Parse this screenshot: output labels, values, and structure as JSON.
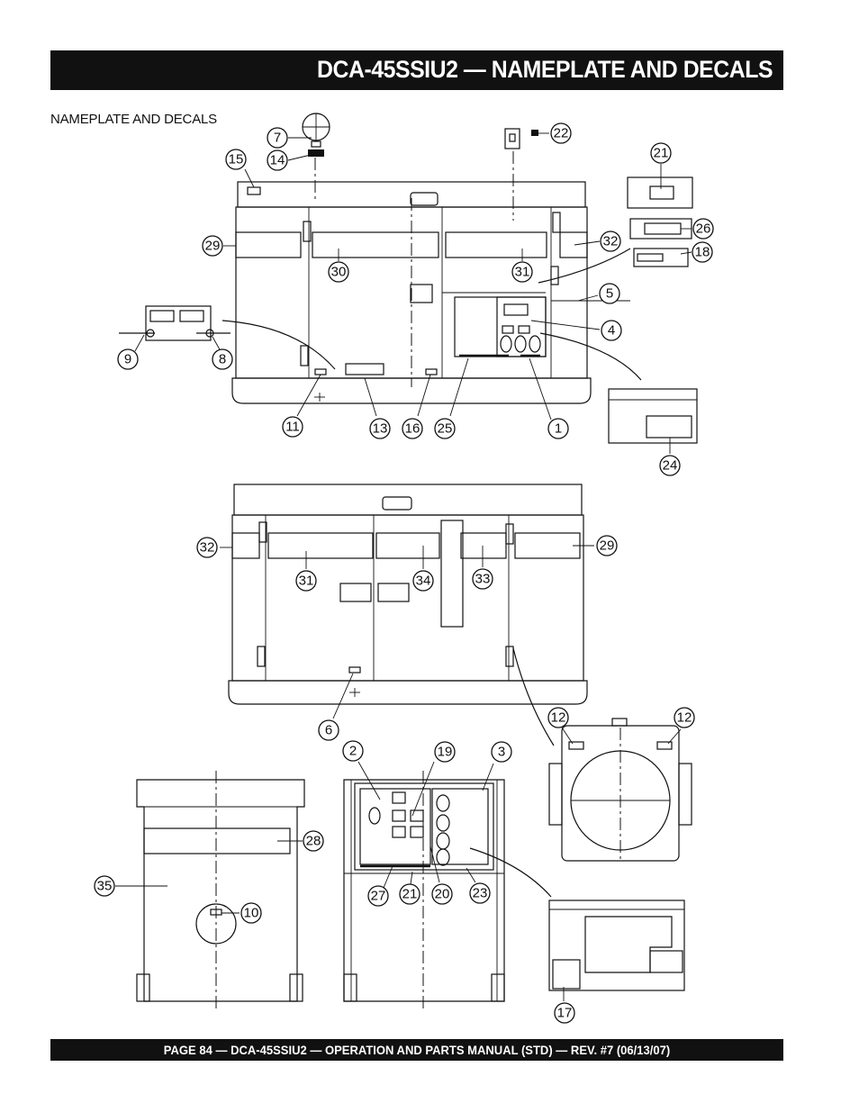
{
  "header": {
    "title": "DCA-45SSIU2 — NAMEPLATE AND DECALS"
  },
  "section": {
    "label": "NAMEPLATE AND DECALS"
  },
  "footer": {
    "text": "PAGE 84 — DCA-45SSIU2 —  OPERATION AND PARTS  MANUAL  (STD) — REV. #7  (06/13/07)"
  },
  "callouts": {
    "c1": "1",
    "c2": "2",
    "c3": "3",
    "c4": "4",
    "c5": "5",
    "c6": "6",
    "c7": "7",
    "c8": "8",
    "c9": "9",
    "c10": "10",
    "c11": "11",
    "c12a": "12",
    "c12b": "12",
    "c13": "13",
    "c14": "14",
    "c15": "15",
    "c16": "16",
    "c17": "17",
    "c18": "18",
    "c19": "19",
    "c20": "20",
    "c21a": "21",
    "c21b": "21",
    "c22": "22",
    "c23": "23",
    "c24": "24",
    "c25": "25",
    "c26": "26",
    "c27": "27",
    "c28": "28",
    "c29a": "29",
    "c29b": "29",
    "c30": "30",
    "c31a": "31",
    "c31b": "31",
    "c32a": "32",
    "c32b": "32",
    "c33": "33",
    "c34": "34",
    "c35": "35"
  }
}
